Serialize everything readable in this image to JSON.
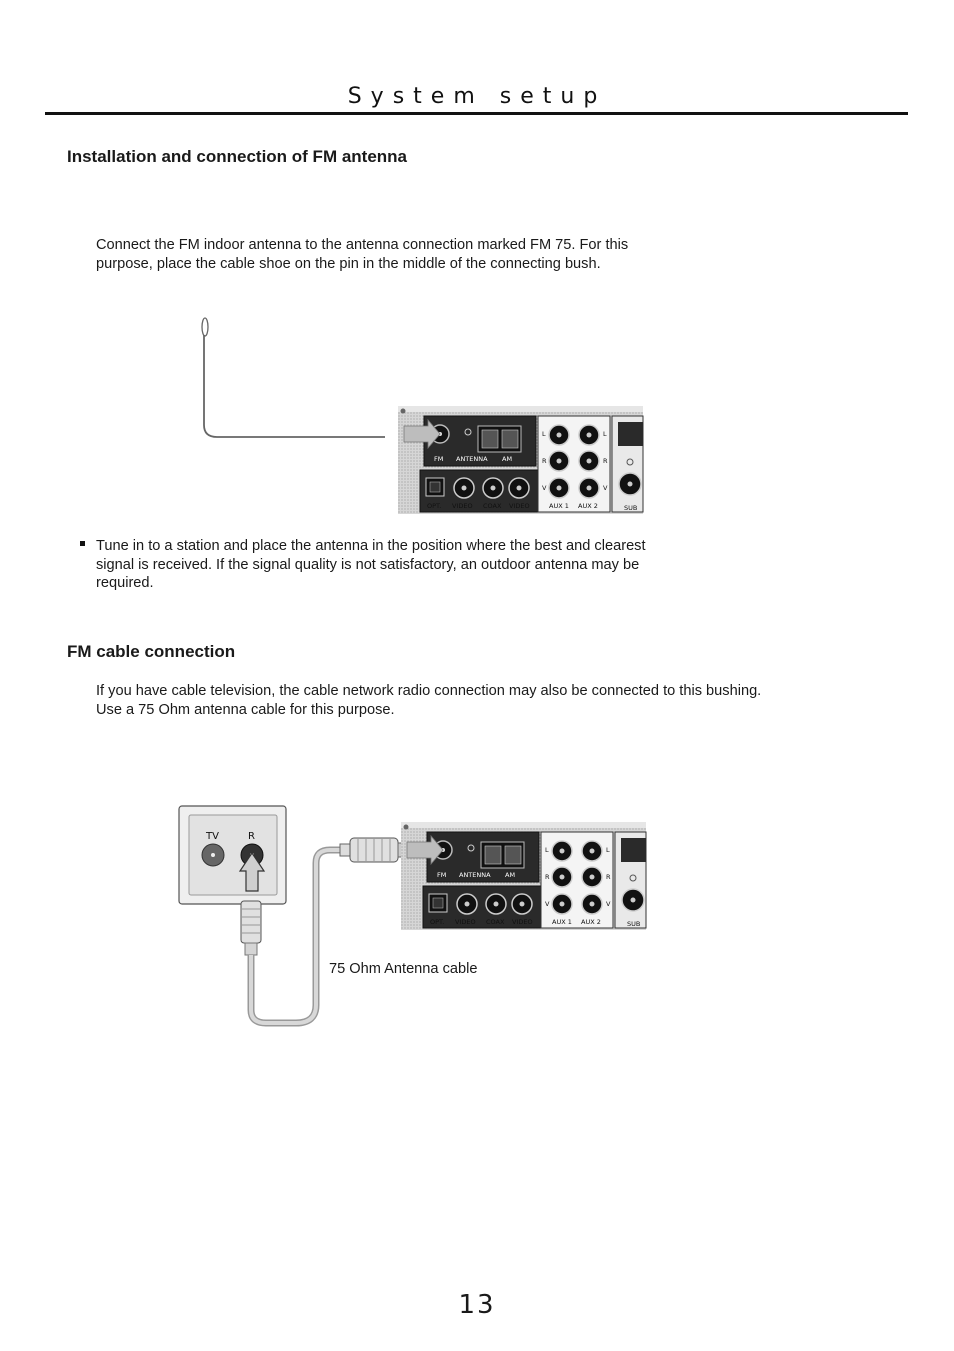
{
  "header": {
    "title": "System setup"
  },
  "section_fm_antenna": {
    "heading": "Installation and connection of FM antenna",
    "intro_line1": "Connect the FM indoor antenna to the antenna connection marked FM 75. For this",
    "intro_line2": "purpose, place the cable shoe on the pin in the middle of the connecting bush.",
    "bullet_line1": "Tune in to a station and place the antenna in the position where the best and clearest",
    "bullet_line2": "signal is received. If the signal quality is not satisfactory, an outdoor antenna may be",
    "bullet_line3": "required."
  },
  "section_fm_cable": {
    "heading": "FM cable connection",
    "intro_line1": "If you have cable television, the cable network radio connection may also be connected to this bushing.",
    "intro_line2": "Use a 75 Ohm antenna cable for this purpose.",
    "caption": "75 Ohm Antenna cable",
    "wall_socket": {
      "tv_label": "TV",
      "r_label": "R"
    }
  },
  "rear_panel_labels": {
    "fm": "FM",
    "antenna": "ANTENNA",
    "am": "AM",
    "opt": "OPT.",
    "video": "VIDEO",
    "coax": "COAX",
    "aux1": "AUX 1",
    "aux2": "AUX 2",
    "sub": "SUB",
    "left": "L",
    "right": "R",
    "v": "V"
  },
  "page": {
    "number": "13"
  }
}
